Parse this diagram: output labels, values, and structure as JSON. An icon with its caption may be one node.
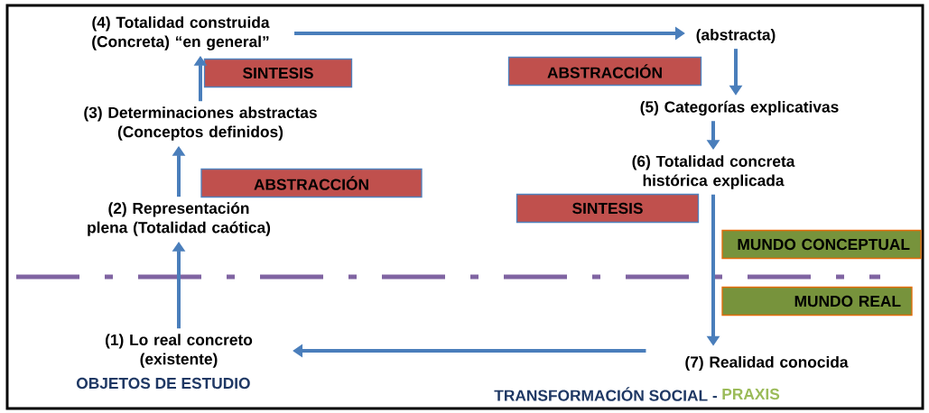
{
  "diagram": {
    "nodes": [
      {
        "text": [
          "(4) Totalidad construida (Concreta) “en general”"
        ]
      },
      {
        "text": [
          "(abstracta)"
        ]
      },
      {
        "text": [
          "SINTESIS"
        ]
      },
      {
        "text": [
          "ABSTRACCIÓN"
        ]
      },
      {
        "text": [
          "(3) Determinaciones abstractas (Conceptos definidos)"
        ]
      },
      {
        "text": [
          "(5) Categorías explicativas"
        ]
      },
      {
        "text": [
          "ABSTRACCIÓN"
        ]
      },
      {
        "text": [
          "(6) Totalidad concreta histórica explicada"
        ]
      },
      {
        "text": [
          "(2) Representación plena (Totalidad caótica)"
        ]
      },
      {
        "text": [
          "SINTESIS"
        ]
      },
      {
        "text": [
          "MUNDO CONCEPTUAL"
        ]
      },
      {
        "text": [
          "MUNDO REAL"
        ]
      },
      {
        "text": [
          "(1) Lo real concreto (existente)"
        ]
      },
      {
        "text": [
          "(7) Realidad conocida"
        ]
      }
    ],
    "edges": [
      {
        "from": 12,
        "to": 8,
        "arrow": "to"
      },
      {
        "from": 8,
        "to": 4,
        "arrow": "to"
      },
      {
        "from": 4,
        "to": 0,
        "arrow": "to"
      },
      {
        "from": 0,
        "to": 1,
        "arrow": "to"
      },
      {
        "from": 1,
        "to": 5,
        "arrow": "to"
      },
      {
        "from": 5,
        "to": 7,
        "arrow": "to"
      },
      {
        "from": 7,
        "to": 13,
        "arrow": "to"
      },
      {
        "from": 13,
        "to": 12,
        "arrow": "to"
      }
    ],
    "labels": [
      "OBJETOS DE ESTUDIO",
      "TRANSFORMACIÓN SOCIAL -",
      "PRAXIS"
    ]
  }
}
